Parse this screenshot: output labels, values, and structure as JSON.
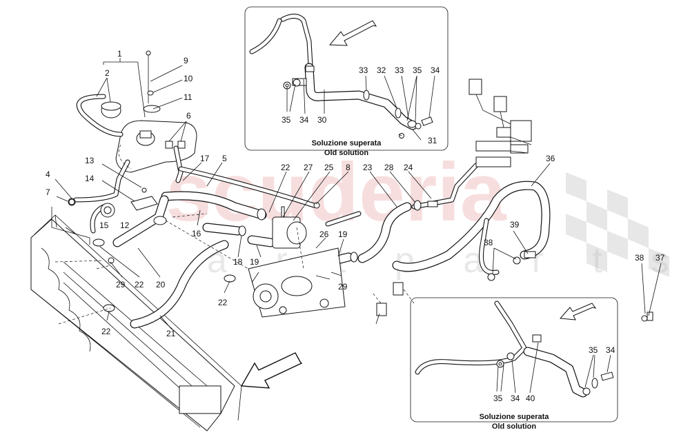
{
  "watermark": {
    "main": "scuderia",
    "sub": "a r t p a r t s",
    "color": "#f2c4c4"
  },
  "insets": [
    {
      "caption_it": "Soluzione superata",
      "caption_en": "Old solution"
    },
    {
      "caption_it": "Soluzione superata",
      "caption_en": "Old solution"
    }
  ],
  "callouts": {
    "c1": "1",
    "c2": "2",
    "c4": "4",
    "c5": "5",
    "c6": "6",
    "c7": "7",
    "c9": "9",
    "c10": "10",
    "c11": "11",
    "c12": "12",
    "c13": "13",
    "c14": "14",
    "c15": "15",
    "c16": "16",
    "c17": "17",
    "c18": "18",
    "c19a": "19",
    "c19b": "19",
    "c20": "20",
    "c21": "21",
    "c22a": "22",
    "c22b": "22",
    "c22c": "22",
    "c22d": "22",
    "c23": "23",
    "c24": "24",
    "c25": "25",
    "c26": "26",
    "c27": "27",
    "c28": "28",
    "c29a": "29",
    "c29b": "29",
    "c8": "8",
    "c36": "36",
    "c37": "37",
    "c38a": "38",
    "c38b": "38",
    "c39": "39",
    "i1_30": "30",
    "i1_31": "31",
    "i1_32": "32",
    "i1_33a": "33",
    "i1_33b": "33",
    "i1_34a": "34",
    "i1_34b": "34",
    "i1_35a": "35",
    "i1_35b": "35",
    "i2_34a": "34",
    "i2_34b": "34",
    "i2_35a": "35",
    "i2_35b": "35",
    "i2_40": "40"
  },
  "icons": [
    "direction-arrow-icon"
  ]
}
